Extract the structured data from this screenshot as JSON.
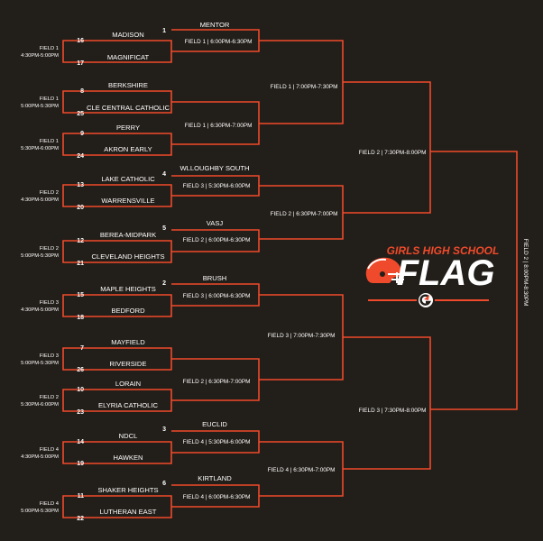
{
  "bracket": {
    "logo": {
      "line1": "GIRLS HIGH SCHOOL",
      "line2": "FLAG",
      "colors": {
        "accent": "#ef4a2b",
        "helmet": "#ef4a2b",
        "background": "#221e19",
        "text": "#ffffff"
      },
      "icons": [
        "football-helmet-icon",
        "gatorade-g-icon"
      ]
    },
    "teams": [
      {
        "seed": "1",
        "name": "MENTOR"
      },
      {
        "seed": "16",
        "name": "MADISON"
      },
      {
        "seed": "17",
        "name": "MAGNIFICAT"
      },
      {
        "seed": "8",
        "name": "BERKSHIRE"
      },
      {
        "seed": "25",
        "name": "CLE CENTRAL CATHOLIC"
      },
      {
        "seed": "9",
        "name": "PERRY"
      },
      {
        "seed": "24",
        "name": "AKRON EARLY"
      },
      {
        "seed": "4",
        "name": "WLLOUGHBY SOUTH"
      },
      {
        "seed": "13",
        "name": "LAKE CATHOLIC"
      },
      {
        "seed": "20",
        "name": "WARRENSVILLE"
      },
      {
        "seed": "5",
        "name": "VASJ"
      },
      {
        "seed": "12",
        "name": "BEREA-MIDPARK"
      },
      {
        "seed": "21",
        "name": "CLEVELAND HEIGHTS"
      },
      {
        "seed": "2",
        "name": "BRUSH"
      },
      {
        "seed": "15",
        "name": "MAPLE HEIGHTS"
      },
      {
        "seed": "18",
        "name": "BEDFORD"
      },
      {
        "seed": "7",
        "name": "MAYFIELD"
      },
      {
        "seed": "26",
        "name": "RIVERSIDE"
      },
      {
        "seed": "10",
        "name": "LORAIN"
      },
      {
        "seed": "23",
        "name": "ELYRIA CATHOLIC"
      },
      {
        "seed": "3",
        "name": "EUCLID"
      },
      {
        "seed": "14",
        "name": "NDCL"
      },
      {
        "seed": "19",
        "name": "HAWKEN"
      },
      {
        "seed": "6",
        "name": "KIRTLAND"
      },
      {
        "seed": "11",
        "name": "SHAKER HEIGHTS"
      },
      {
        "seed": "22",
        "name": "LUTHERAN EAST"
      }
    ],
    "first_round_labels": [
      {
        "field": "FIELD 1",
        "time": "4:30PM-5:00PM"
      },
      {
        "field": "FIELD 1",
        "time": "5:00PM-5:30PM"
      },
      {
        "field": "FIELD 1",
        "time": "5:30PM-6:00PM"
      },
      {
        "field": "FIELD 2",
        "time": "4:30PM-5:00PM"
      },
      {
        "field": "FIELD 2",
        "time": "5:00PM-5:30PM"
      },
      {
        "field": "FIELD 3",
        "time": "4:30PM-5:00PM"
      },
      {
        "field": "FIELD 3",
        "time": "5:00PM-5:30PM"
      },
      {
        "field": "FIELD 2",
        "time": "5:30PM-6:00PM"
      },
      {
        "field": "FIELD 4",
        "time": "4:30PM-5:00PM"
      },
      {
        "field": "FIELD 4",
        "time": "5:00PM-5:30PM"
      }
    ],
    "second_round_slots": [
      "FIELD 1 | 6:00PM-6:30PM",
      "FIELD 1 | 6:30PM-7:00PM",
      "FIELD 3 | 5:30PM-6:00PM",
      "FIELD 2 | 6:00PM-6:30PM",
      "FIELD 3 | 6:00PM-6:30PM",
      "FIELD 2 | 6:30PM-7:00PM",
      "FIELD 4 | 5:30PM-6:00PM",
      "FIELD 4 | 6:00PM-6:30PM"
    ],
    "quarterfinal_slots": [
      "FIELD 1 | 7:00PM-7:30PM",
      "FIELD 2 | 6:30PM-7:00PM",
      "FIELD 3 | 7:00PM-7:30PM",
      "FIELD 4 | 6:30PM-7:00PM"
    ],
    "semifinal_slots": [
      "FIELD 2 | 7:30PM-8:00PM",
      "FIELD 3 | 7:30PM-8:00PM"
    ],
    "final_slot": "FIELD 2 | 8:00PM-8:30PM"
  }
}
